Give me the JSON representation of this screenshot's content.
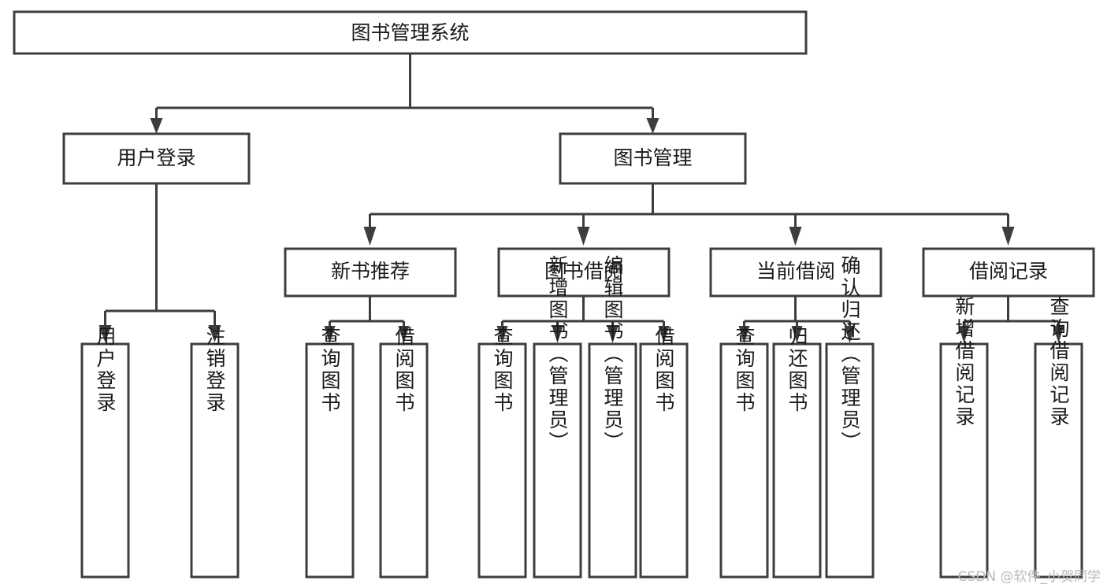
{
  "diagram": {
    "type": "tree-hierarchy-chart",
    "title": "图书管理系统",
    "watermark": "CSDN @软件_小贺同学",
    "colors": {
      "stroke": "#3d3d3d",
      "fill": "#ffffff",
      "text": "#1a1a1a",
      "watermark": "#b9b9b9",
      "background": "#ffffff"
    },
    "root": {
      "label": "图书管理系统"
    },
    "level2": [
      {
        "label": "用户登录"
      },
      {
        "label": "图书管理"
      }
    ],
    "level3": [
      {
        "label": "新书推荐"
      },
      {
        "label": "图书借阅"
      },
      {
        "label": "当前借阅"
      },
      {
        "label": "借阅记录"
      }
    ],
    "leaves": [
      {
        "label": "用户登录",
        "parent": "用户登录"
      },
      {
        "label": "注销登录",
        "parent": "用户登录"
      },
      {
        "label": "查询图书",
        "parent": "新书推荐"
      },
      {
        "label": "借阅图书",
        "parent": "新书推荐"
      },
      {
        "label": "查询图书",
        "parent": "图书借阅"
      },
      {
        "label": "新增图书（管理员）",
        "parent": "图书借阅"
      },
      {
        "label": "编辑图书（管理员）",
        "parent": "图书借阅"
      },
      {
        "label": "借阅图书",
        "parent": "图书借阅"
      },
      {
        "label": "查询图书",
        "parent": "当前借阅"
      },
      {
        "label": "归还图书",
        "parent": "当前借阅"
      },
      {
        "label": "确认归还（管理员）",
        "parent": "当前借阅"
      },
      {
        "label": "新增借阅记录",
        "parent": "借阅记录"
      },
      {
        "label": "查询借阅记录",
        "parent": "借阅记录"
      }
    ]
  }
}
